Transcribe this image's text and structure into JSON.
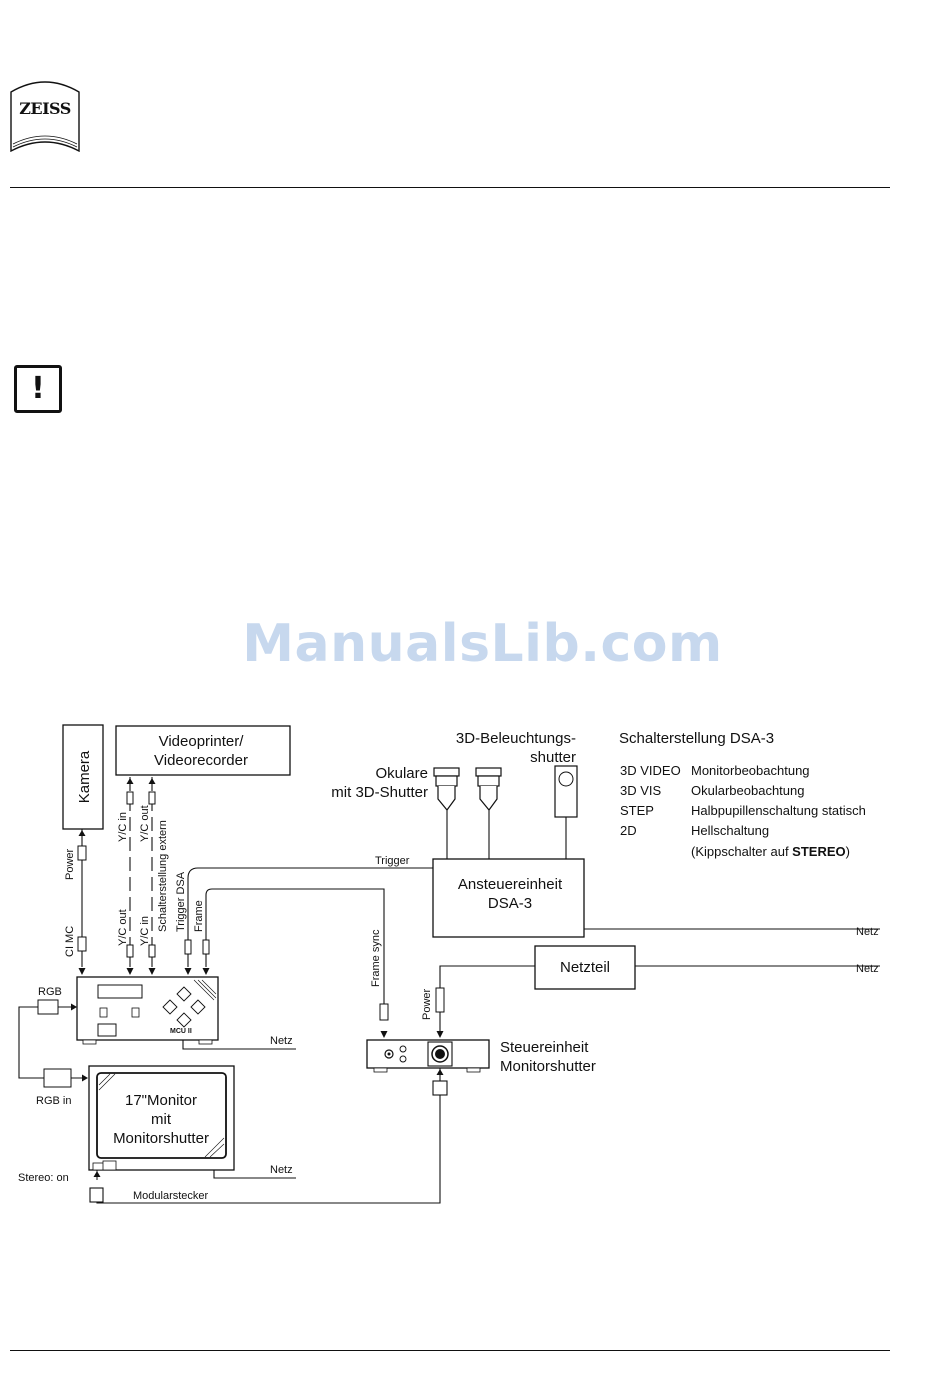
{
  "header": {
    "logo_text": "ZEISS"
  },
  "warning": {
    "symbol": "!"
  },
  "watermark": "ManualsLib.com",
  "diagram": {
    "kamera": "Kamera",
    "videoprinter_line1": "Videoprinter/",
    "videoprinter_line2": "Videorecorder",
    "beleuchtung_line1": "3D-Beleuchtungs-",
    "beleuchtung_line2": "shutter",
    "okulare_line1": "Okulare",
    "okulare_line2": "mit 3D-Shutter",
    "ansteuer_line1": "Ansteuereinheit",
    "ansteuer_line2": "DSA-3",
    "netzteil": "Netzteil",
    "steuer_line1": "Steuereinheit",
    "steuer_line2": "Monitorshutter",
    "monitor_line1": "17\"Monitor",
    "monitor_line2": "mit",
    "monitor_line3": "Monitorshutter",
    "mcu_label": "MCU II",
    "labels": {
      "power_camera": "Power",
      "ci_mc": "CI MC",
      "yc_in_top": "Y/C in",
      "yc_out_top": "Y/C out",
      "yc_out_bottom": "Y/C out",
      "yc_in_bottom": "Y/C in",
      "schalterstellung_extern": "Schalterstellung extern",
      "trigger_dsa": "Trigger DSA",
      "frame": "Frame",
      "trigger": "Trigger",
      "frame_sync": "Frame sync",
      "power_steuer": "Power",
      "netz_ansteuer": "Netz",
      "netz_netzteil": "Netz",
      "netz_mcu": "Netz",
      "netz_monitor": "Netz",
      "rgb": "RGB",
      "rgb_in": "RGB in",
      "stereo_on": "Stereo: on",
      "modularstecker": "Modularstecker"
    }
  },
  "switch_table": {
    "title": "Schalterstellung DSA-3",
    "rows": [
      {
        "key": "3D VIDEO",
        "value": "Monitorbeobachtung"
      },
      {
        "key": "3D VIS",
        "value": "Okularbeobachtung"
      },
      {
        "key": "STEP",
        "value": "Halbpupillenschaltung statisch"
      },
      {
        "key": "2D",
        "value": "Hellschaltung"
      }
    ],
    "note_prefix": "(Kippschalter auf ",
    "note_bold": "STEREO",
    "note_suffix": ")"
  }
}
